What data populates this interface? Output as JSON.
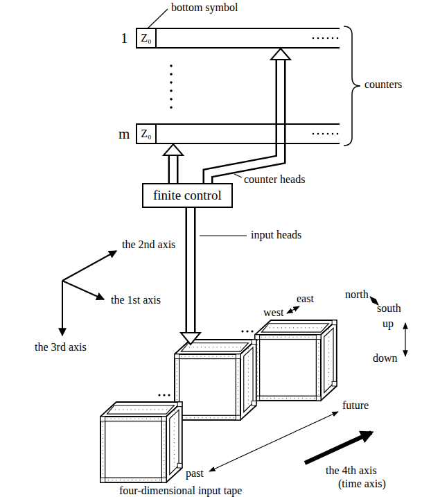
{
  "diagram": {
    "nodes": [
      {
        "text": [
          "1"
        ]
      },
      {
        "text": [
          "Z₀"
        ],
        "in": 0
      },
      {
        "text": [
          "m"
        ]
      },
      {
        "text": [
          "Z₀"
        ],
        "in": 2
      },
      {
        "text": [
          "finite control"
        ]
      }
    ],
    "edges": [
      {
        "from": 4,
        "to": 0,
        "arrow": "to"
      },
      {
        "from": 4,
        "to": 2,
        "arrow": "to"
      }
    ],
    "labels": [
      "bottom symbol",
      "counters",
      "counter heads",
      "input heads",
      "the 2nd axis",
      "the 1st axis",
      "the 3rd axis",
      "west",
      "east",
      "north",
      "south",
      "up",
      "down",
      "future",
      "past",
      "the 4th axis",
      "(time axis)",
      "four-dimensional input tape"
    ]
  }
}
